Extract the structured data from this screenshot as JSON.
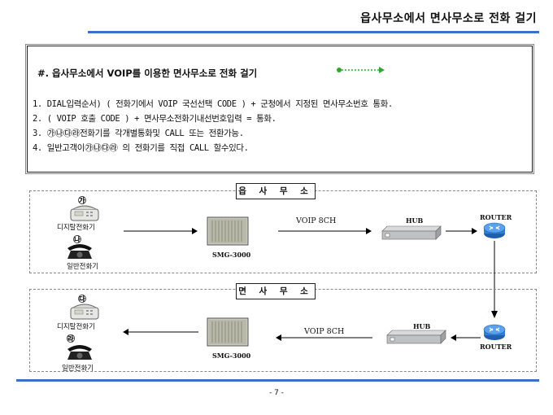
{
  "page": {
    "title": "읍사무소에서 면사무소로 전화 걸기",
    "page_number": "- 7 -"
  },
  "info": {
    "heading": "#.  읍사무소에서 VOIP를 이용한  면사무소로 전화 걸기",
    "lines": [
      "1. DIAL입력순서) ( 전화기에서 VOIP 국선선택 CODE  ) + 군청에서 지정된 면사무소번호 통화.",
      "2. ( VOIP 호출 CODE  ) +  면사무소전화기내선번호입력  = 통화.",
      "3. ㉮㉯㉰㉱전화기를 각개별통화및 CALL 또는 전환가능.",
      "4. 일반고객이㉮㉯㉰㉱ 의 전화기를 직접 CALL 할수있다."
    ]
  },
  "upper": {
    "zone_label": "읍 사 무 소",
    "marker_a": "㉮",
    "digital_phone": "디지탈전화기",
    "marker_b": "㉯",
    "normal_phone": "일반전화기",
    "device": "SMG-3000",
    "link": "VOIP 8CH",
    "hub": "HUB",
    "router": "ROUTER"
  },
  "lower": {
    "zone_label": "면 사 무 소",
    "marker_c": "㉰",
    "digital_phone": "디지탈전화기",
    "marker_d": "㉱",
    "normal_phone": "일반전화기",
    "device": "SMG-3000",
    "link": "VOIP 8CH",
    "hub": "HUB",
    "router": "ROUTER"
  },
  "colors": {
    "accent_line": "#3b6fc9",
    "arrow_green": "#2fa82f",
    "router_blue": "#2f7fd6"
  }
}
